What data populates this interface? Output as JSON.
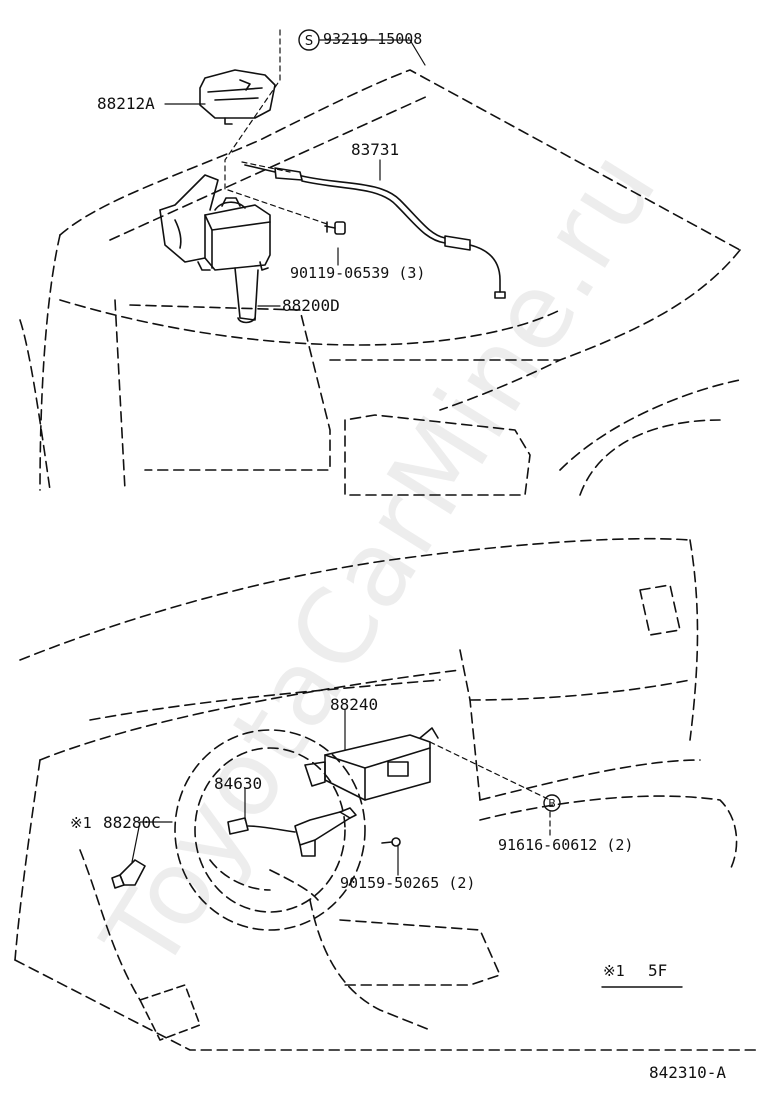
{
  "diagram": {
    "labels": {
      "p93219": "93219-15008",
      "p88212A": "88212A",
      "p83731": "83731",
      "p90119": "90119-06539 (3)",
      "p88200D": "88200D",
      "p88240": "88240",
      "p84630": "84630",
      "p88280C": "88280C",
      "p91616": "91616-60612 (2)",
      "p90159": "90159-50265 (2)",
      "note_mark": "※1",
      "legend_mark": "※1",
      "legend_value": "5F",
      "figure_code": "842310-A"
    },
    "callouts": {
      "circle_s": "S",
      "circle_b": "B"
    },
    "watermark": "ToyotaCarMine.ru"
  }
}
